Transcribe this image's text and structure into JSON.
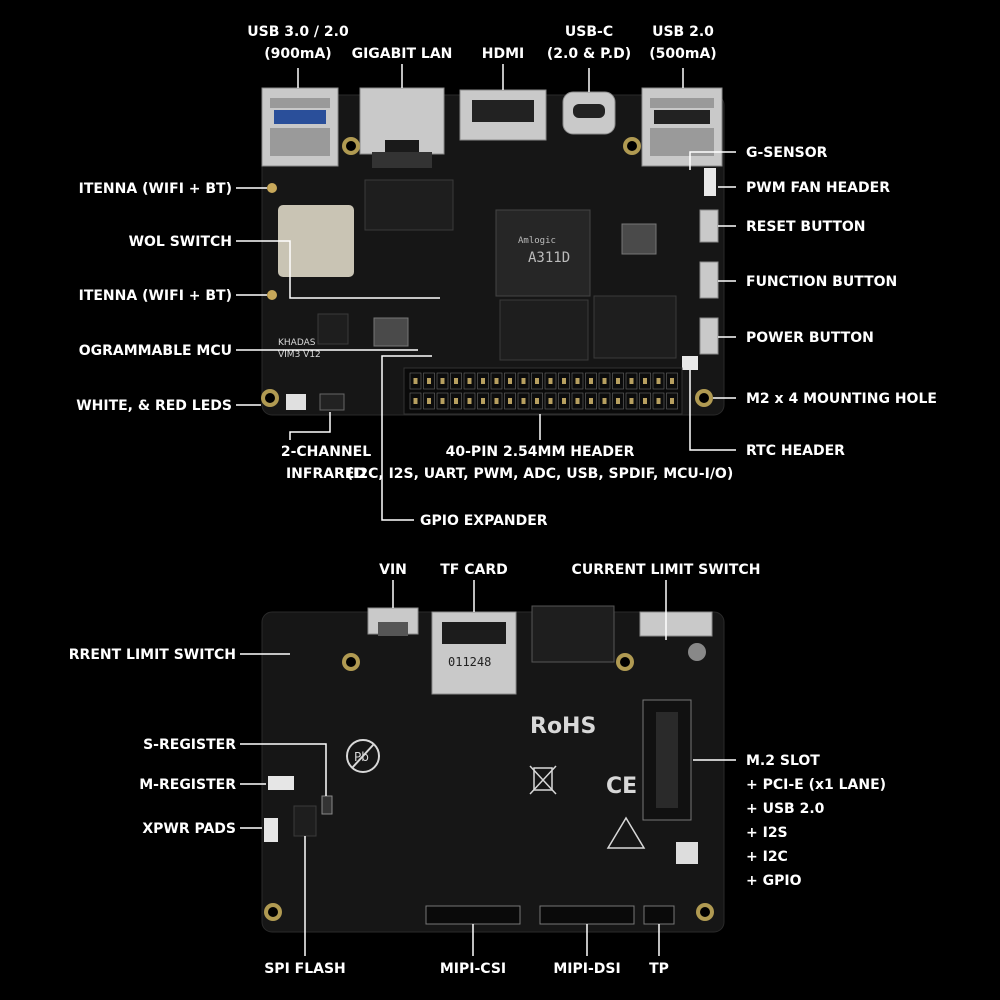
{
  "top_board": {
    "logo_text": "KHADAS",
    "model_text": "VIM3 V12",
    "soc_brand": "Amlogic",
    "soc_model": "A311D",
    "labels": {
      "usb3": [
        "USB 3.0 / 2.0",
        "(900mA)"
      ],
      "gigabit_lan": "GIGABIT LAN",
      "hdmi": "HDMI",
      "usb_c": [
        "USB-C",
        "(2.0 & P.D)"
      ],
      "usb2": [
        "USB 2.0",
        "(500mA)"
      ],
      "g_sensor": "G-SENSOR",
      "pwm_fan_header": "PWM FAN HEADER",
      "reset_button": "RESET BUTTON",
      "function_button": "FUNCTION BUTTON",
      "power_button": "POWER BUTTON",
      "mounting_hole": "M2 x 4 MOUNTING HOLE",
      "rtc_header": "RTC HEADER",
      "antenna_1": "ITENNA (WIFI + BT)",
      "wol_switch": "WOL SWITCH",
      "antenna_2": "ITENNA (WIFI + BT)",
      "mcu": "OGRAMMABLE MCU",
      "leds": "WHITE, & RED LEDS",
      "infrared": [
        "2-CHANNEL",
        "INFRARED"
      ],
      "pin_header": [
        "40-PIN 2.54MM HEADER",
        "(I2C, I2S, UART, PWM, ADC, USB, SPDIF, MCU-I/O)"
      ],
      "gpio_expander": "GPIO EXPANDER"
    }
  },
  "bottom_board": {
    "rohs_text": "RoHS",
    "ce_text": "CE",
    "pb_text": "Pb",
    "tf_code": "011248",
    "labels": {
      "vin": "VIN",
      "tf_card": "TF CARD",
      "current_limit_switch_right": "CURRENT LIMIT SWITCH",
      "current_limit_switch_left": "RRENT LIMIT SWITCH",
      "s_register": "S-REGISTER",
      "m_register": "M-REGISTER",
      "xpwr_pads": "XPWR PADS",
      "spi_flash": "SPI FLASH",
      "mipi_csi": "MIPI-CSI",
      "mipi_dsi": "MIPI-DSI",
      "tp": "TP",
      "m2_slot": [
        "M.2 SLOT",
        "+ PCI-E (x1 LANE)",
        "+ USB 2.0",
        "+ I2S",
        "+ I2C",
        "+ GPIO"
      ]
    }
  }
}
